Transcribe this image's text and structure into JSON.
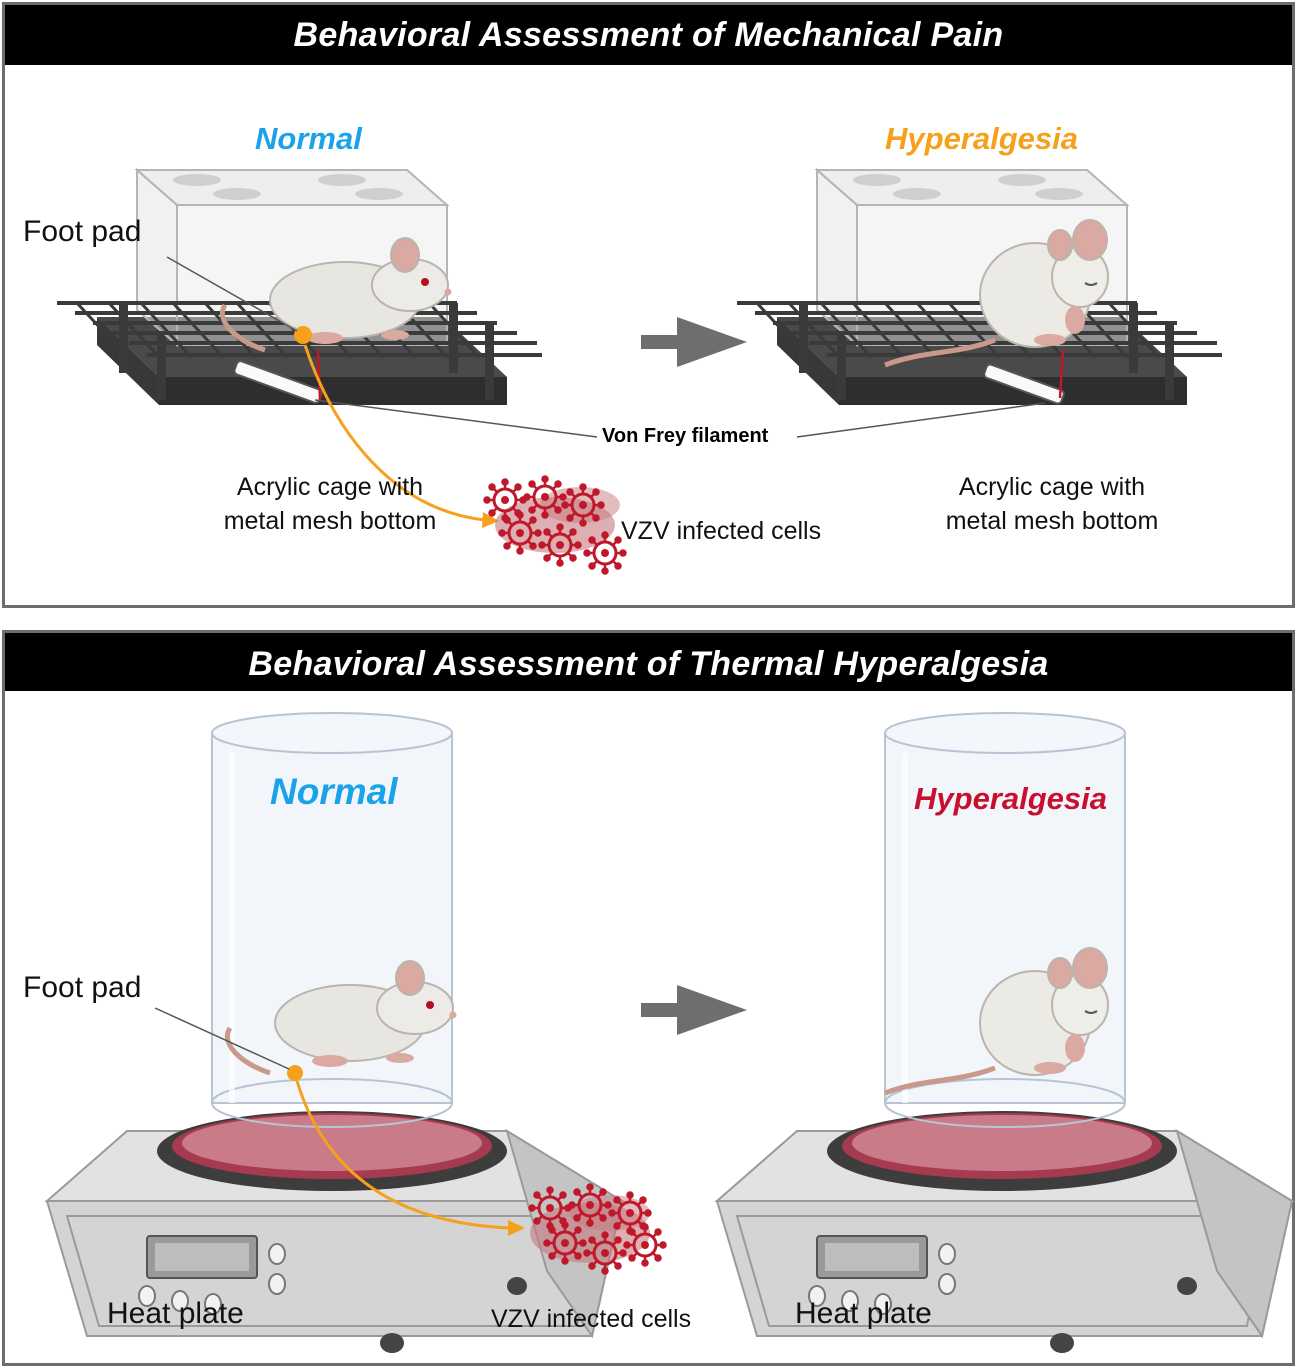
{
  "mechanical": {
    "title": "Behavioral Assessment of Mechanical Pain",
    "normal_label": "Normal",
    "hyperalgesia_label": "Hyperalgesia",
    "foot_pad_label": "Foot pad",
    "cage_label_line1": "Acrylic cage with",
    "cage_label_line2": "metal mesh bottom",
    "filament_label": "Von Frey filament",
    "infected_label": "VZV infected cells"
  },
  "thermal": {
    "title": "Behavioral Assessment of Thermal Hyperalgesia",
    "normal_label": "Normal",
    "hyperalgesia_label": "Hyperalgesia",
    "foot_pad_label": "Foot pad",
    "device_label": "Heat plate",
    "infected_label": "VZV infected cells"
  },
  "colors": {
    "normal": "#1aa3e8",
    "hyperalgesia_top": "#f5a11c",
    "hyperalgesia_bottom": "#c8102e",
    "virus": "#c0182b",
    "arrow_orange": "#f5a11c",
    "arrow_gray": "#6e6e6e"
  }
}
